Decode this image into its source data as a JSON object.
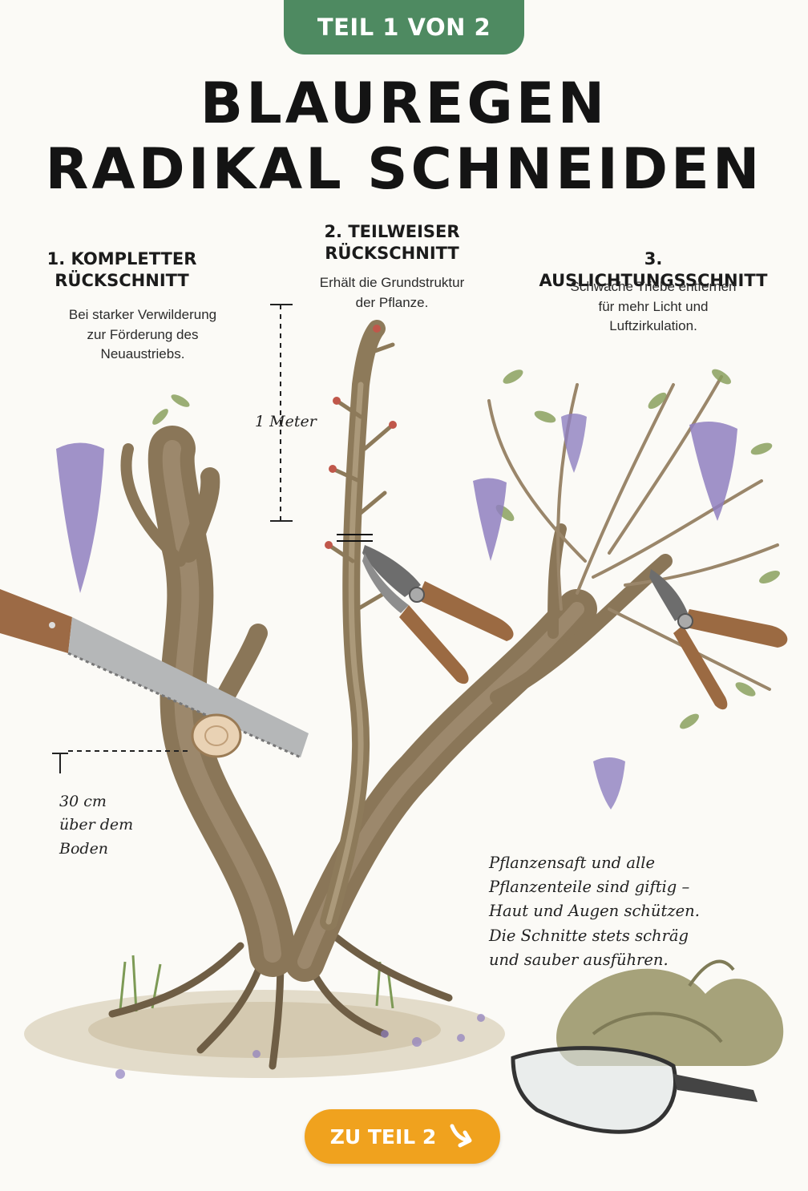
{
  "badge": "TEIL 1 VON 2",
  "title": {
    "line1": "BLAUREGEN",
    "line2": "RADIKAL SCHNEIDEN"
  },
  "steps": [
    {
      "heading_1": "1. KOMPLETTER",
      "heading_2": "RÜCKSCHNITT",
      "desc_1": "Bei starker Verwilderung",
      "desc_2": "zur Förderung des",
      "desc_3": "Neuaustriebs."
    },
    {
      "heading_1": "2. TEILWEISER",
      "heading_2": "RÜCKSCHNITT",
      "desc_1": "Erhält die Grundstruktur",
      "desc_2": "der Pflanze."
    },
    {
      "heading_1": "3. AUSLICHTUNGSSCHNITT",
      "desc_1": "Schwache Triebe entfernen",
      "desc_2": "für mehr Licht und",
      "desc_3": "Luftzirkulation."
    }
  ],
  "measures": {
    "meter": "1 Meter",
    "cm_1": "30 cm",
    "cm_2": "über dem",
    "cm_3": "Boden"
  },
  "warning": [
    "Pflanzensaft und alle",
    "Pflanzenteile sind giftig –",
    "Haut und Augen schützen.",
    "Die Schnitte stets schräg",
    "und sauber ausführen."
  ],
  "button": {
    "label": "ZU TEIL 2",
    "icon": "arrow-down-right-icon"
  },
  "colors": {
    "badge_green": "#4e8a61",
    "button_orange": "#f0a21e",
    "bark": "#8a7658",
    "wisteria": "#8f7fc0",
    "leaf": "#8aa05e"
  }
}
